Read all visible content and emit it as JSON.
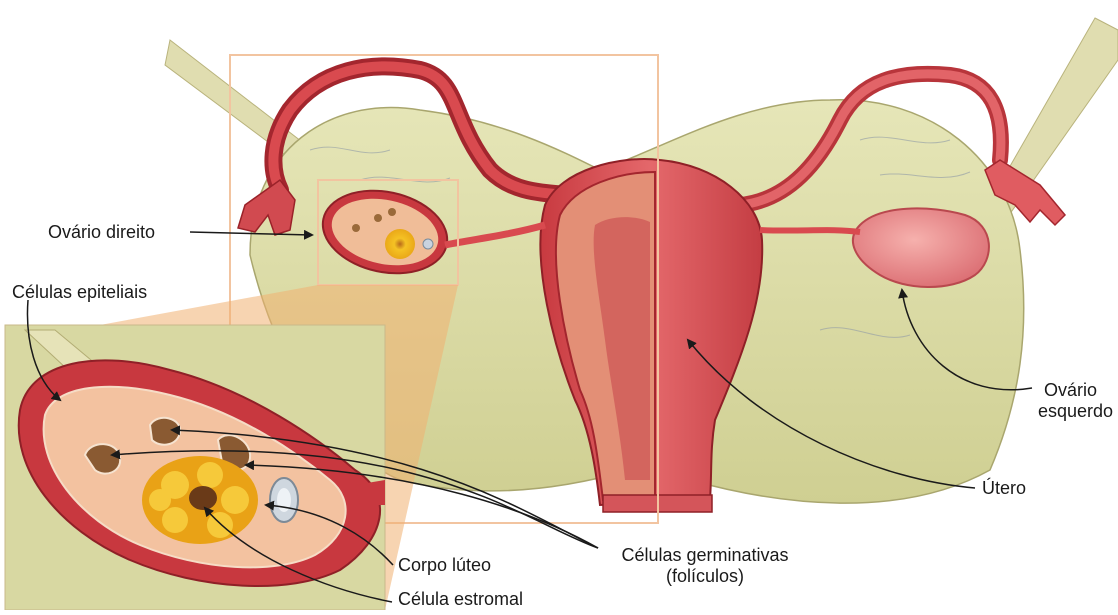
{
  "labels": {
    "right_ovary": "Ovário direito",
    "epithelial_cells": "Células epiteliais",
    "left_ovary_line1": "Ovário",
    "left_ovary_line2": "esquerdo",
    "uterus": "Útero",
    "corpus_luteum": "Corpo lúteo",
    "germ_cells_line1": "Células germinativas",
    "germ_cells_line2": "(folículos)",
    "stromal_cell": "Célula estromal"
  },
  "colors": {
    "background_tissue": "#d9d9a4",
    "organ_red": "#d94a4f",
    "organ_dark": "#a3262e",
    "ovary_pink": "#e98a8a",
    "inset_tan": "#e8b896",
    "corpus_yellow": "#f2c31c",
    "frame": "#f2c4a0"
  }
}
